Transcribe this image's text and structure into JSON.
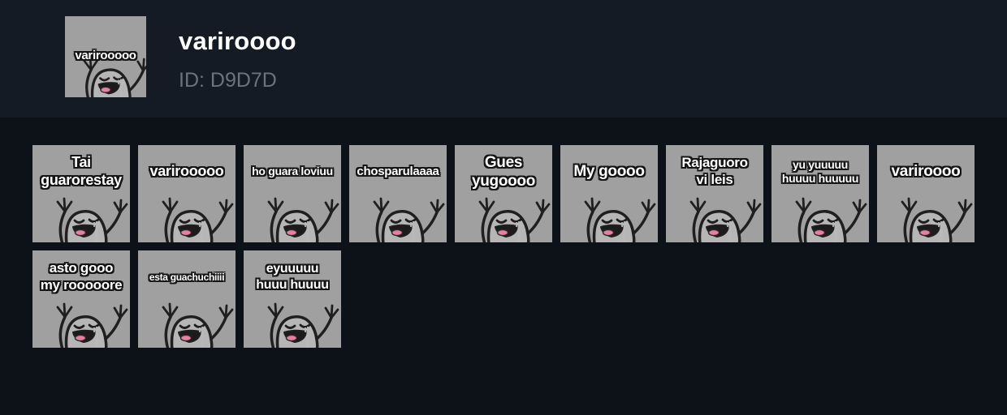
{
  "header": {
    "title": "variroooo",
    "id_label": "ID: D9D7D",
    "thumbnail": {
      "caption": "varirooooo",
      "icon": "flork-raised-arms-icon"
    }
  },
  "colors": {
    "page_bg": "#0d1219",
    "header_bg": "#151b24",
    "tile_bg": "#a0a0a0",
    "body_fill": "#b6b6b6",
    "line_color": "#1f1f1f",
    "tongue": "#e77f9e",
    "caption_color": "#ffffff",
    "caption_outline": "#141414",
    "id_color": "#6a737e"
  },
  "stickers": {
    "items": [
      {
        "line1": "Tai",
        "line2": "guarorestay",
        "size": 18
      },
      {
        "line1": "varirooooo",
        "line2": "",
        "size": 18
      },
      {
        "line1": "ho guara loviuu",
        "line2": "",
        "size": 14
      },
      {
        "line1": "chosparulaaaa",
        "line2": "",
        "size": 15
      },
      {
        "line1": "Gues",
        "line2": "yugoooo",
        "size": 19
      },
      {
        "line1": "My goooo",
        "line2": "",
        "size": 19
      },
      {
        "line1": "Rajaguoro",
        "line2": "vi leis",
        "size": 17
      },
      {
        "line1": "yu yuuuuu",
        "line2": "huuuu huuuuu",
        "size": 14
      },
      {
        "line1": "variroooo",
        "line2": "",
        "size": 19
      },
      {
        "line1": "asto gooo",
        "line2": "my rooooore",
        "size": 17
      },
      {
        "line1": "esta guachuchiiii",
        "line2": "",
        "size": 12
      },
      {
        "line1": "eyuuuuu",
        "line2": "huuu huuuu",
        "size": 16
      }
    ]
  }
}
